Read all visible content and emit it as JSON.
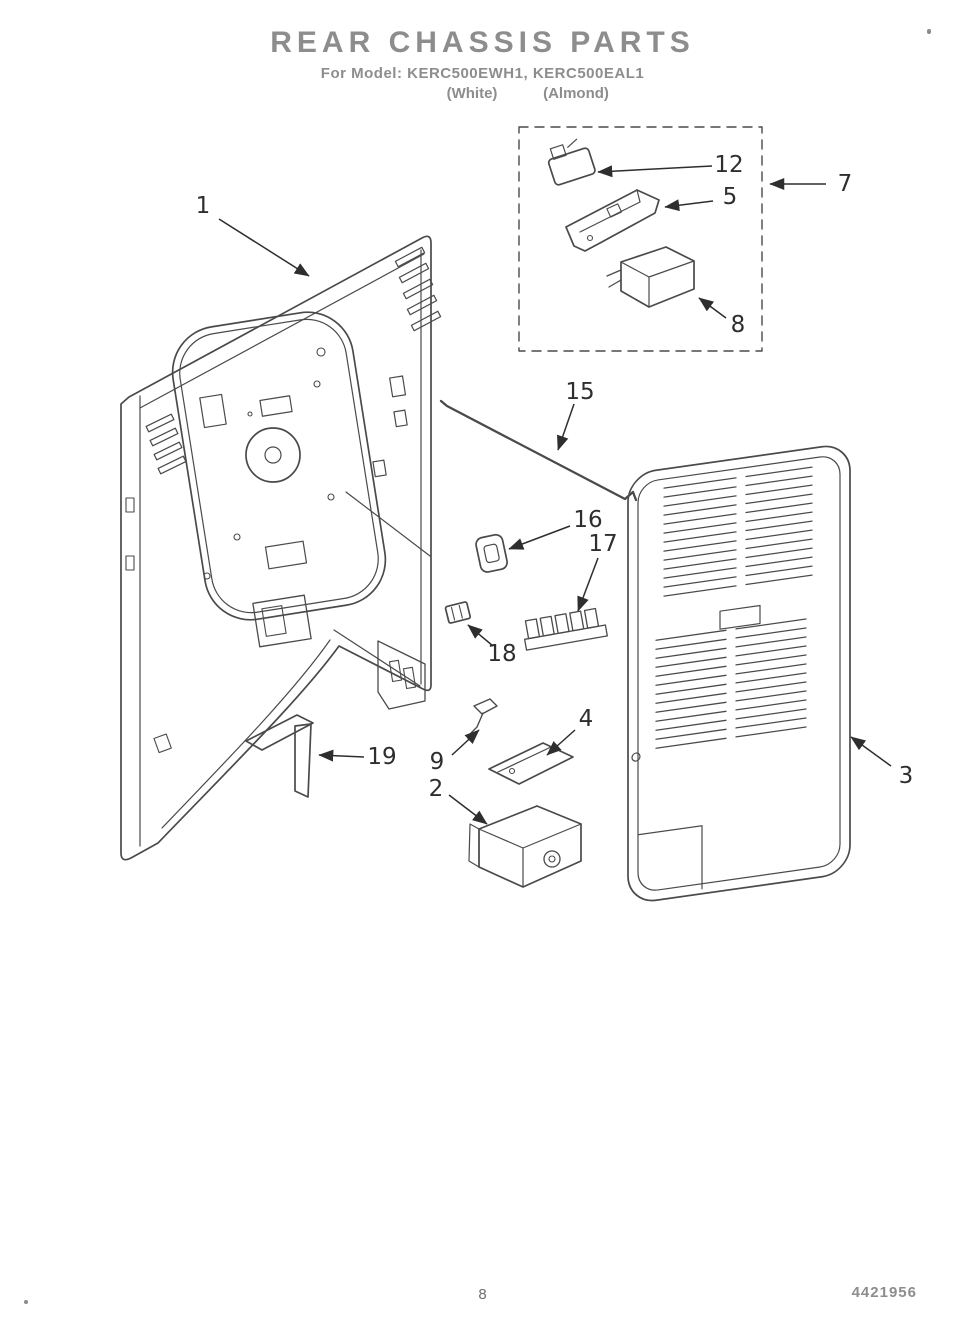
{
  "header": {
    "title": "REAR CHASSIS PARTS",
    "model_line": "For Model: KERC500EWH1, KERC500EAL1",
    "finish_left": "(White)",
    "finish_right": "(Almond)"
  },
  "callouts": {
    "c1": "1",
    "c2": "2",
    "c3": "3",
    "c4": "4",
    "c5": "5",
    "c7": "7",
    "c8": "8",
    "c9": "9",
    "c12": "12",
    "c15": "15",
    "c16": "16",
    "c17": "17",
    "c18": "18",
    "c19": "19"
  },
  "footer": {
    "page_number": "8",
    "document_number": "4421956"
  },
  "colors": {
    "line": "#4a4a4a",
    "heading": "#8d8d8d",
    "callout": "#2e2e2e",
    "background": "#ffffff"
  }
}
